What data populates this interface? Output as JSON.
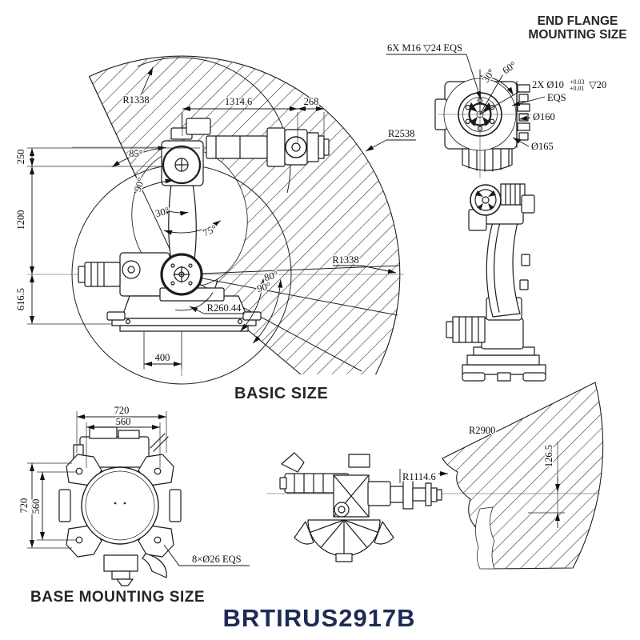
{
  "drawing_title": "BRTIRUS2917B",
  "colors": {
    "ink": "#1c1c1c",
    "title_navy": "#1d2b55"
  },
  "basic_size": {
    "label": "BASIC SIZE",
    "radius_top": "R1338",
    "radius_outer": "R2538",
    "radius_right": "R1338",
    "radius_min": "R260.44",
    "dim_reach": "1314.6",
    "dim_flange": "268",
    "dim_offset_top": "250",
    "dim_arm": "1200",
    "dim_shoulder_height": "616.5",
    "dim_base_offset": "400",
    "angle_rear": "85°",
    "angle_left": "90°",
    "angle_tilt": "30°",
    "angle_elbow": "75°",
    "angle_front_outer": "80°",
    "angle_front_inner": "90°"
  },
  "end_flange": {
    "title_line1": "END FLANGE",
    "title_line2": "MOUNTING SIZE",
    "bolt_callout": "6X  M16  ▽24  EQS",
    "angle_30": "30°",
    "angle_60": "60°",
    "pin_callout": "2X  Ø10",
    "pin_tol_upper": "+0.03",
    "pin_tol_lower": "+0.01",
    "pin_depth": "▽20",
    "pin_eqs": "EQS",
    "dia_160": "Ø160",
    "dia_165": "Ø165"
  },
  "base_mounting": {
    "label": "BASE MOUNTING SIZE",
    "dim_width_outer": "720",
    "dim_width_inner": "560",
    "dim_height_outer": "720",
    "dim_height_inner": "560",
    "hole_callout": "8×Ø26 EQS"
  },
  "top_view": {
    "radius_max": "R2900",
    "radius_min": "R1114.6",
    "dim_offset": "126.5"
  }
}
